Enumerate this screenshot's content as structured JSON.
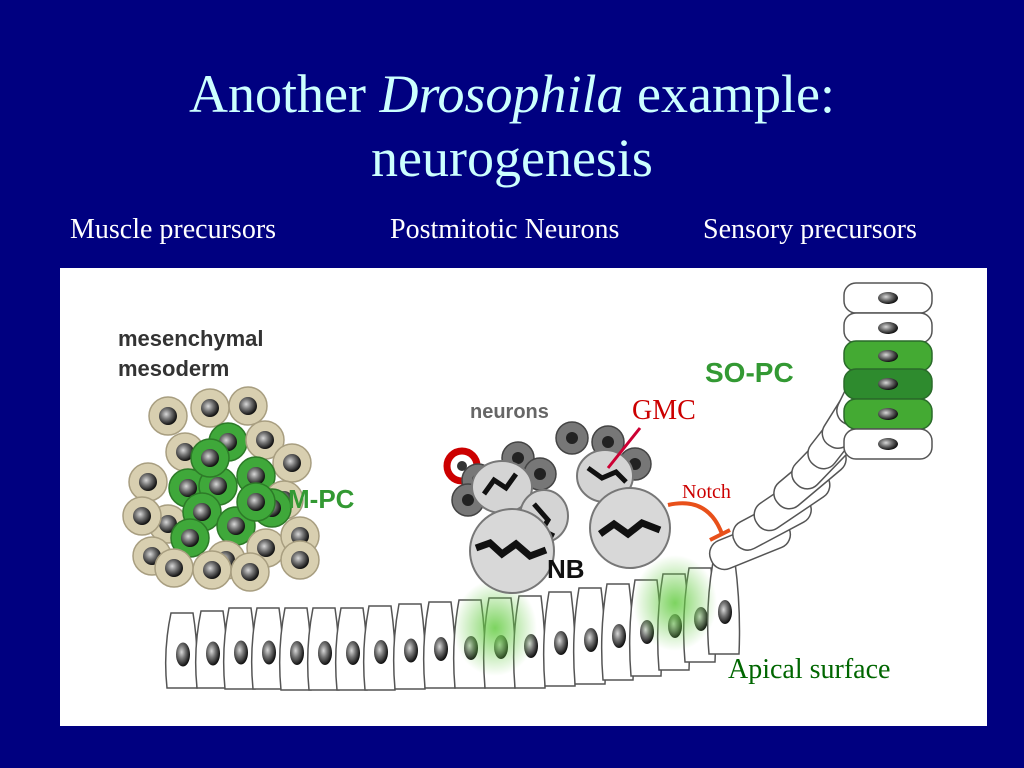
{
  "title": {
    "prefix": "Another",
    "italic": "Drosophila",
    "suffix": "example:",
    "line2": "neurogenesis"
  },
  "column_labels": {
    "left": "Muscle precursors",
    "middle": "Postmitotic Neurons",
    "right": "Sensory precursors"
  },
  "diagram": {
    "mesoderm_line1": "mesenchymal",
    "mesoderm_line2": "mesoderm",
    "mpc": "M-PC",
    "neurons": "neurons",
    "gmc": "GMC",
    "notch": "Notch",
    "nb": "NB",
    "sopc": "SO-PC",
    "apical": "Apical surface"
  },
  "colors": {
    "background": "#000080",
    "title": "#CCFFFF",
    "green_label": "#339933",
    "red_label": "#CC0000",
    "notch_curve": "#E8501A",
    "apical_text": "#006600"
  }
}
